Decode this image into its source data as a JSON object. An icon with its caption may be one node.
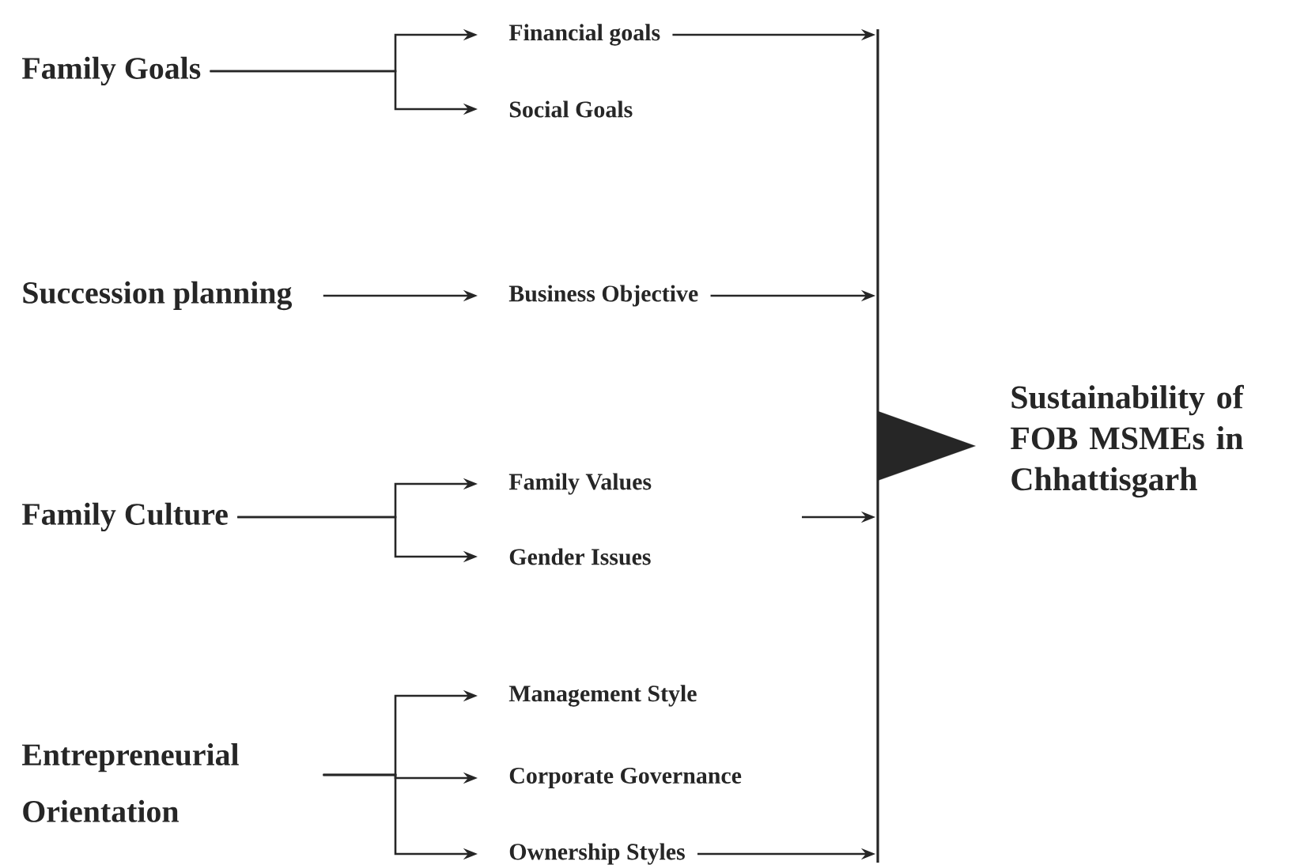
{
  "diagram": {
    "nodes": [
      {
        "text": [
          "Family Goals"
        ]
      },
      {
        "text": [
          "Financial goals"
        ]
      },
      {
        "text": [
          "Social Goals"
        ]
      },
      {
        "text": [
          "Succession planning"
        ]
      },
      {
        "text": [
          "Business Objective"
        ]
      },
      {
        "text": [
          "Family Culture"
        ]
      },
      {
        "text": [
          "Family Values"
        ]
      },
      {
        "text": [
          "Gender Issues"
        ]
      },
      {
        "text": [
          "Entrepreneurial Orientation"
        ]
      },
      {
        "text": [
          "Management Style"
        ]
      },
      {
        "text": [
          "Corporate Governance"
        ]
      },
      {
        "text": [
          "Ownership Styles"
        ]
      },
      {
        "text": [],
        "shape": "bar"
      },
      {
        "text": [
          "Sustainability of FOB MSMEs in Chhattisgarh"
        ]
      }
    ],
    "edges": [
      {
        "from": 0,
        "to": 1,
        "arrow": "to"
      },
      {
        "from": 0,
        "to": 2,
        "arrow": "to"
      },
      {
        "from": 3,
        "to": 4,
        "arrow": "to"
      },
      {
        "from": 5,
        "to": 6,
        "arrow": "to"
      },
      {
        "from": 5,
        "to": 7,
        "arrow": "to"
      },
      {
        "from": 8,
        "to": 9,
        "arrow": "to"
      },
      {
        "from": 8,
        "to": 10,
        "arrow": "to"
      },
      {
        "from": 8,
        "to": 11,
        "arrow": "to"
      },
      {
        "from": 1,
        "to": 12,
        "arrow": "to"
      },
      {
        "from": 4,
        "to": 12,
        "arrow": "to"
      },
      {
        "from": null,
        "to": 12,
        "arrow": "to"
      },
      {
        "from": 11,
        "to": 12,
        "arrow": "to"
      },
      {
        "from": 12,
        "to": 13,
        "arrow": "to",
        "style": "thick"
      }
    ]
  }
}
